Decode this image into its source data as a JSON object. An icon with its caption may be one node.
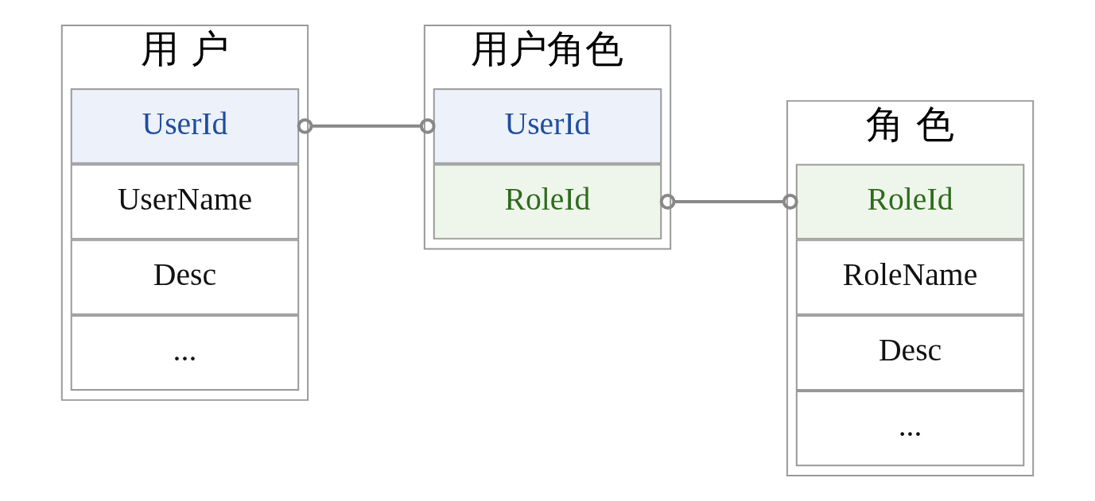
{
  "diagram": {
    "nodes": [
      {
        "text": [
          "用 户"
        ]
      },
      {
        "text": [
          "UserId"
        ],
        "in": 0
      },
      {
        "text": [
          "UserName"
        ],
        "in": 0
      },
      {
        "text": [
          "Desc"
        ],
        "in": 0
      },
      {
        "text": [
          "..."
        ],
        "in": 0
      },
      {
        "text": [
          "用户角色"
        ]
      },
      {
        "text": [
          "UserId"
        ],
        "in": 5
      },
      {
        "text": [
          "RoleId"
        ],
        "in": 5
      },
      {
        "text": [
          "角 色"
        ]
      },
      {
        "text": [
          "RoleId"
        ],
        "in": 8
      },
      {
        "text": [
          "RoleName"
        ],
        "in": 8
      },
      {
        "text": [
          "Desc"
        ],
        "in": 8
      },
      {
        "text": [
          "..."
        ],
        "in": 8
      }
    ],
    "edges": [
      {
        "from": 1,
        "to": 6,
        "arrow": "other"
      },
      {
        "from": 7,
        "to": 9,
        "arrow": "other"
      }
    ]
  }
}
